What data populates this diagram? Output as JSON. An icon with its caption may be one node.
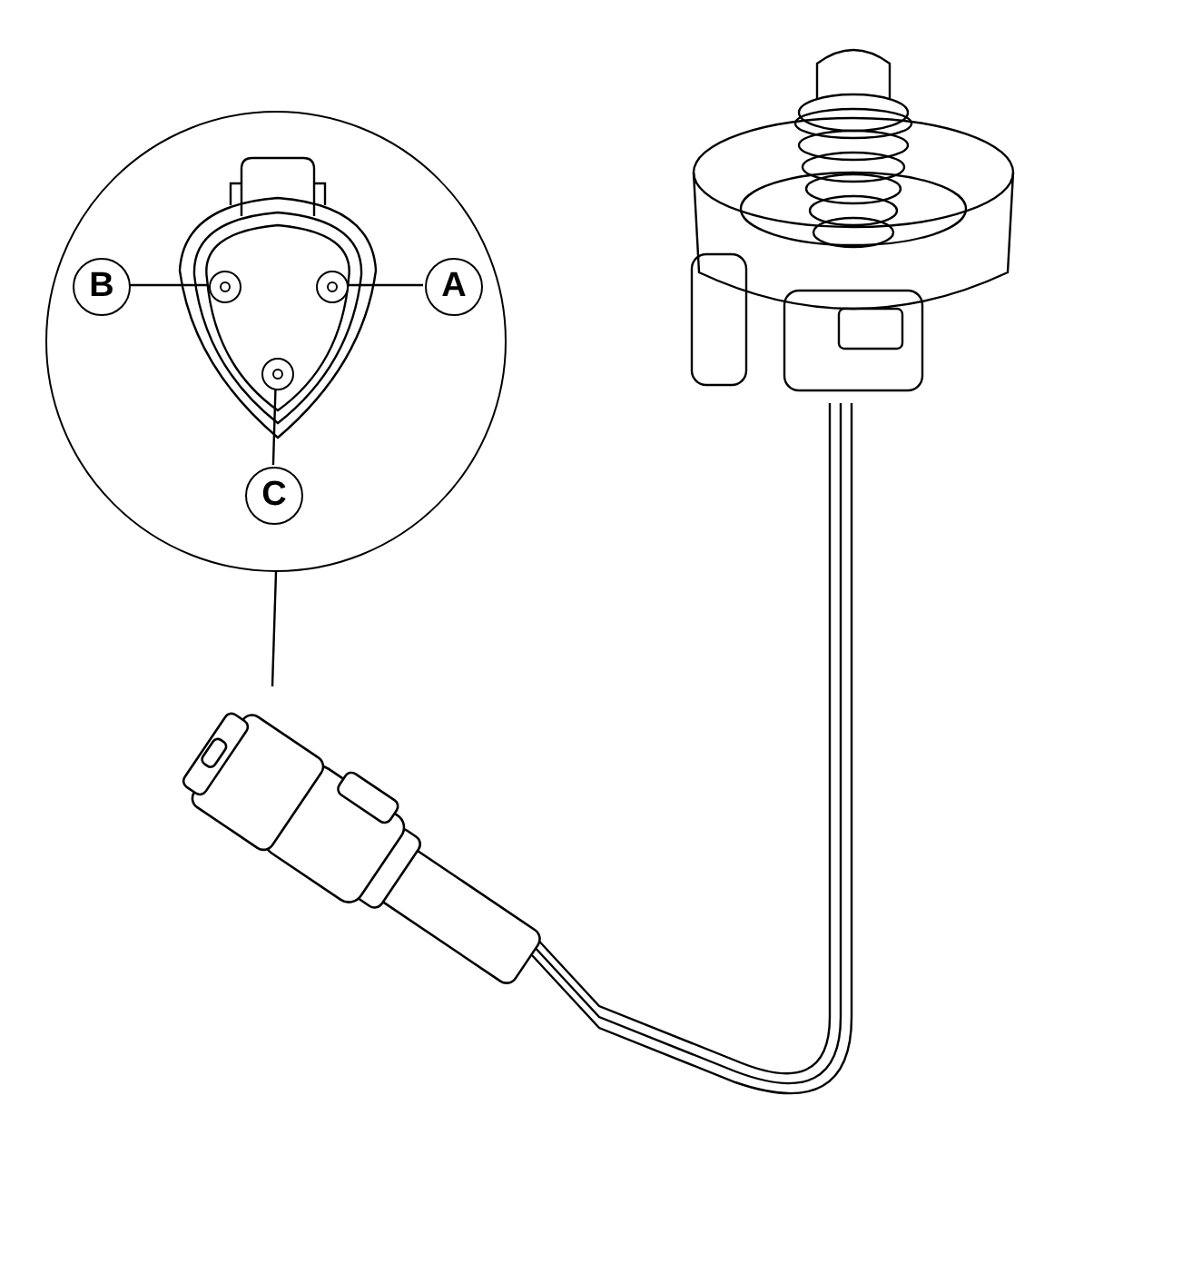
{
  "diagram": {
    "nodes": [
      {
        "text": [],
        "shape": "circle"
      },
      {
        "text": [
          "B"
        ],
        "in": 0
      },
      {
        "text": [
          "A"
        ],
        "in": 0
      },
      {
        "text": [
          "C"
        ],
        "in": 0
      },
      {
        "text": [],
        "shape": "circle",
        "in": 0
      },
      {
        "text": [],
        "shape": "circle",
        "in": 0
      },
      {
        "text": [],
        "shape": "circle",
        "in": 0
      },
      {
        "text": [],
        "shape": "picture"
      }
    ],
    "edges": [
      {
        "from": 1,
        "to": 4,
        "arrow": "none"
      },
      {
        "from": 2,
        "to": 6,
        "arrow": "none"
      },
      {
        "from": 3,
        "to": 5,
        "arrow": "none"
      },
      {
        "from": 0,
        "to": 7,
        "arrow": "none"
      }
    ]
  }
}
